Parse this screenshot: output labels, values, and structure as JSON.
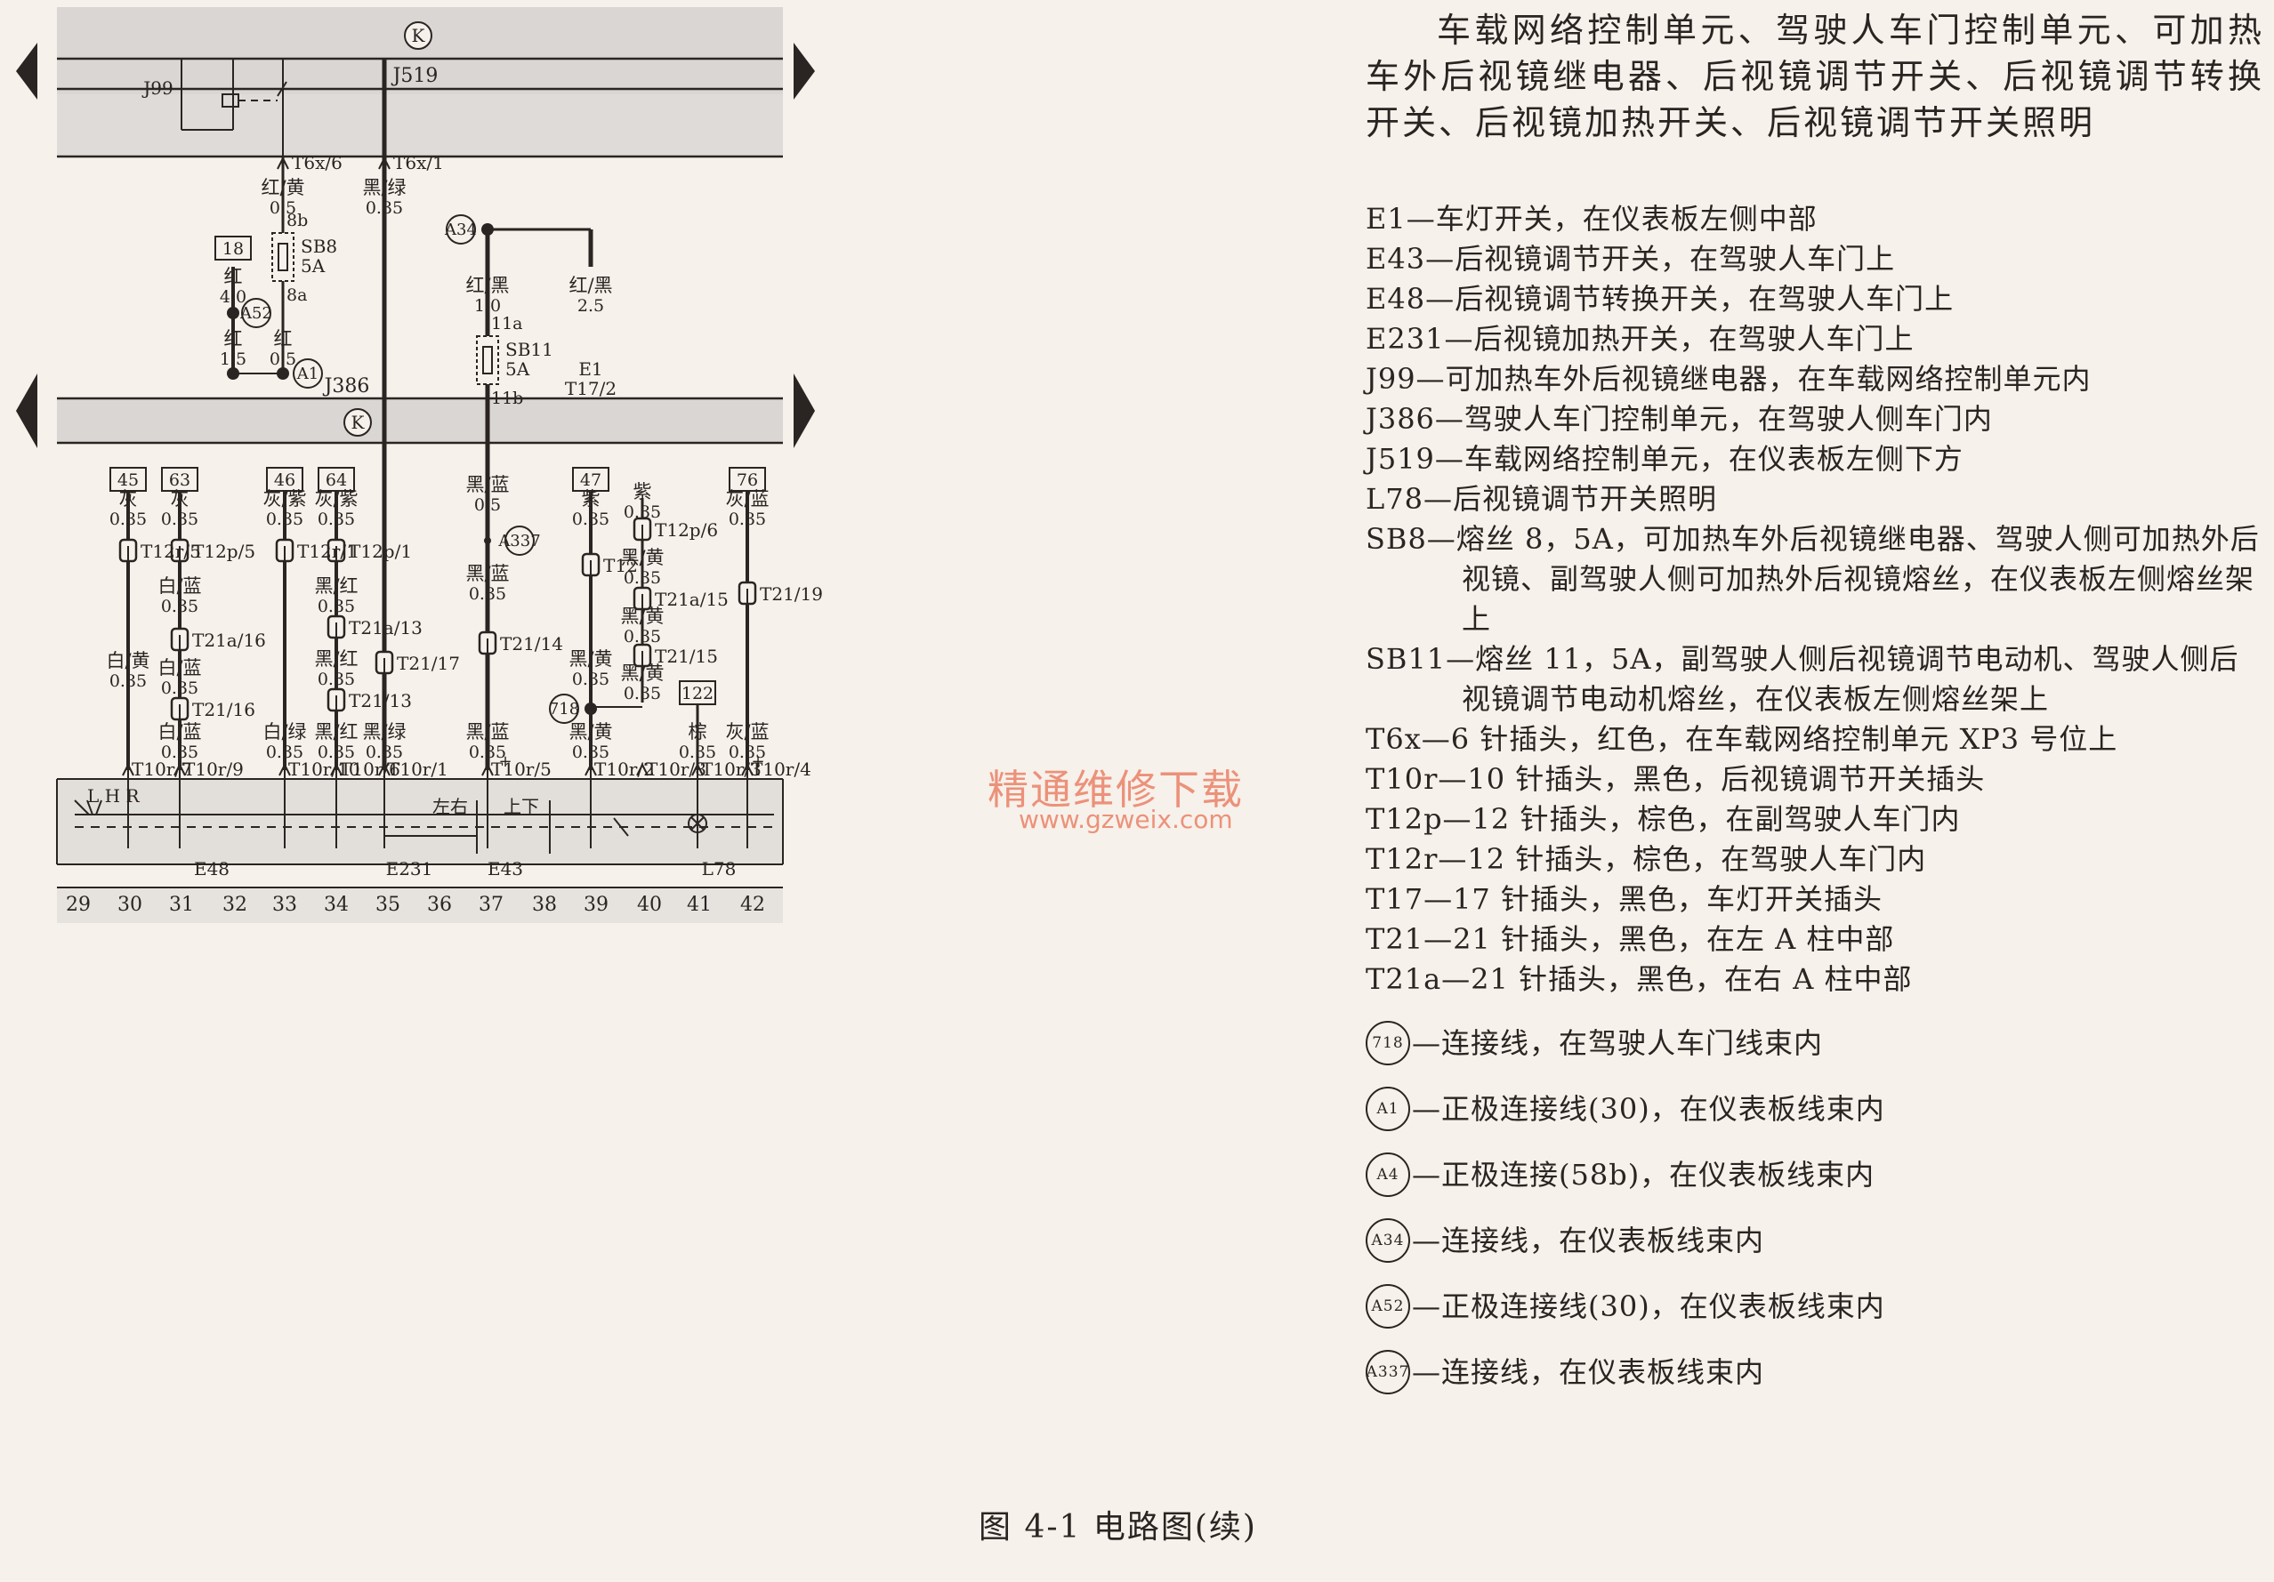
{
  "nav": {
    "prev_icon": "triangle-left",
    "next_icon": "triangle-right"
  },
  "watermark": {
    "text": "精通维修下载",
    "url": "www.gzweix.com"
  },
  "caption": "图 4-1    电路图(续)",
  "legend": {
    "title": "车载网络控制单元、驾驶人车门控制单元、可加热车外后视镜继电器、后视镜调节开关、后视镜调节转换开关、后视镜加热开关、后视镜调节开关照明",
    "items": [
      "E1—车灯开关，在仪表板左侧中部",
      "E43—后视镜调节开关，在驾驶人车门上",
      "E48—后视镜调节转换开关，在驾驶人车门上",
      "E231—后视镜加热开关，在驾驶人车门上",
      "J99—可加热车外后视镜继电器，在车载网络控制单元内",
      "J386—驾驶人车门控制单元，在驾驶人侧车门内",
      "J519—车载网络控制单元，在仪表板左侧下方",
      "L78—后视镜调节开关照明",
      "SB8—熔丝 8，5A，可加热车外后视镜继电器、驾驶人侧可加热外后视镜、副驾驶人侧可加热外后视镜熔丝，在仪表板左侧熔丝架上",
      "SB11—熔丝 11，5A，副驾驶人侧后视镜调节电动机、驾驶人侧后视镜调节电动机熔丝，在仪表板左侧熔丝架上",
      "T6x—6 针插头，红色，在车载网络控制单元 XP3 号位上",
      "T10r—10 针插头，黑色，后视镜调节开关插头",
      "T12p—12 针插头，棕色，在副驾驶人车门内",
      "T12r—12 针插头，棕色，在驾驶人车门内",
      "T17—17 针插头，黑色，车灯开关插头",
      "T21—21 针插头，黑色，在左 A 柱中部",
      "T21a—21 针插头，黑色，在右 A 柱中部"
    ],
    "circle_items": [
      {
        "tag": "718",
        "text": "—连接线，在驾驶人车门线束内"
      },
      {
        "tag": "A1",
        "text": "—正极连接线(30)，在仪表板线束内"
      },
      {
        "tag": "A4",
        "text": "—正极连接(58b)，在仪表板线束内"
      },
      {
        "tag": "A34",
        "text": "—连接线，在仪表板线束内"
      },
      {
        "tag": "A52",
        "text": "—正极连接线(30)，在仪表板线束内"
      },
      {
        "tag": "A337",
        "text": "—连接线，在仪表板线束内"
      }
    ]
  },
  "diagram": {
    "units": {
      "J519": "J519",
      "J99": "J99",
      "J386": "J386",
      "k_symbol": "K",
      "E48": "E48",
      "E231": "E231",
      "E43": "E43",
      "L78": "L78",
      "E1": "E1",
      "T17_2": "T17/2",
      "switch_LHR": "L  H  R",
      "switch_lr": "左右",
      "switch_ud": "上下",
      "plus": "+"
    },
    "fuses": [
      {
        "name": "SB8",
        "rating": "5A",
        "top_pin": "8b",
        "bottom_pin": "8a"
      },
      {
        "name": "SB11",
        "rating": "5A",
        "top_pin": "11a",
        "bottom_pin": "11b"
      }
    ],
    "splices": [
      "A52",
      "A1",
      "A34",
      "A337",
      "718"
    ],
    "refs": [
      "18",
      "45",
      "63",
      "46",
      "64",
      "47",
      "76",
      "122"
    ],
    "connectors": [
      "T6x/6",
      "T6x/1",
      "T12r/5",
      "T12p/5",
      "T21a/16",
      "T21/16",
      "T12r/1",
      "T12p/1",
      "T21a/13",
      "T21/13",
      "T21/17",
      "T21/14",
      "T12",
      "T12p/6",
      "T21a/15",
      "T21/15",
      "T21/19",
      "T10r/7",
      "T10r/9",
      "T10r/10",
      "T10r/6",
      "T10r/1",
      "T10r/5",
      "T10r/2",
      "T10r/8",
      "T10r/3",
      "T10r/4"
    ],
    "wires": [
      "红/黄",
      "0.5",
      "黑/绿",
      "0.35",
      "红",
      "4.0",
      "红",
      "1.5",
      "红",
      "0.5",
      "红/黑",
      "1.0",
      "红/黑",
      "2.5",
      "黑/蓝",
      "0.5",
      "黑/蓝",
      "0.35",
      "黑/蓝",
      "0.35",
      "灰",
      "0.35",
      "白/黄",
      "0.35",
      "灰",
      "0.35",
      "白/蓝",
      "0.35",
      "白/蓝",
      "0.35",
      "白/蓝",
      "0.35",
      "灰/紫",
      "0.35",
      "白/绿",
      "0.35",
      "灰/紫",
      "0.35",
      "黑/红",
      "0.35",
      "黑/红",
      "0.35",
      "黑/红",
      "0.35",
      "黑/绿",
      "0.35",
      "紫",
      "0.35",
      "黑/黄",
      "0.35",
      "黑/黄",
      "0.35",
      "紫",
      "0.35",
      "黑/黄",
      "0.35",
      "黑/黄",
      "0.35",
      "黑/黄",
      "0.35",
      "棕",
      "0.35",
      "灰/蓝",
      "0.35",
      "灰/蓝",
      "0.35"
    ],
    "grid": [
      "29",
      "30",
      "31",
      "32",
      "33",
      "34",
      "35",
      "36",
      "37",
      "38",
      "39",
      "40",
      "41",
      "42"
    ]
  }
}
